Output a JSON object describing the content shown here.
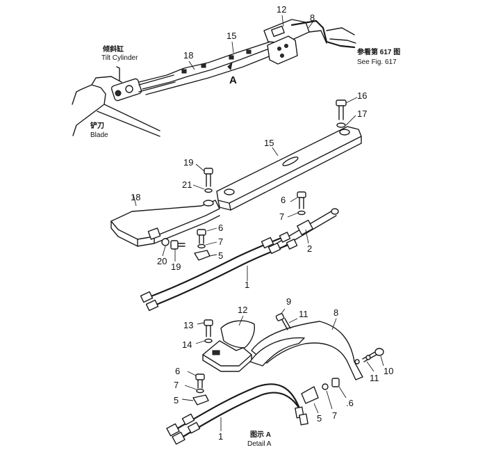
{
  "callouts": [
    {
      "id": "c12a",
      "text": "12"
    },
    {
      "id": "c8a",
      "text": "8"
    },
    {
      "id": "c15a",
      "text": "15"
    },
    {
      "id": "c18a",
      "text": "18"
    },
    {
      "id": "c16",
      "text": "16"
    },
    {
      "id": "c17",
      "text": "17"
    },
    {
      "id": "c15b",
      "text": "15"
    },
    {
      "id": "c19a",
      "text": "19"
    },
    {
      "id": "c21",
      "text": "21"
    },
    {
      "id": "c18b",
      "text": "18"
    },
    {
      "id": "c6a",
      "text": "6"
    },
    {
      "id": "c7a",
      "text": "7"
    },
    {
      "id": "c2",
      "text": "2"
    },
    {
      "id": "c6b",
      "text": "6"
    },
    {
      "id": "c7b",
      "text": "7"
    },
    {
      "id": "c5a",
      "text": "5"
    },
    {
      "id": "c20",
      "text": "20"
    },
    {
      "id": "c19b",
      "text": "19"
    },
    {
      "id": "c1a",
      "text": "1"
    },
    {
      "id": "c9",
      "text": "9"
    },
    {
      "id": "c11a",
      "text": "11"
    },
    {
      "id": "c8b",
      "text": "8"
    },
    {
      "id": "c12b",
      "text": "12"
    },
    {
      "id": "c13",
      "text": "13"
    },
    {
      "id": "c14",
      "text": "14"
    },
    {
      "id": "c11b",
      "text": "11"
    },
    {
      "id": "c10",
      "text": "10"
    },
    {
      "id": "c6c",
      "text": "6"
    },
    {
      "id": "c7c",
      "text": "7"
    },
    {
      "id": "c5b",
      "text": "5"
    },
    {
      "id": "c6d",
      "text": ".6"
    },
    {
      "id": "c7d",
      "text": "7"
    },
    {
      "id": "c5c",
      "text": "5"
    },
    {
      "id": "c1b",
      "text": "1"
    }
  ],
  "labels": {
    "tilt_cn": "倾斜缸",
    "tilt_en": "Tilt Cylinder",
    "blade_cn": "铲刀",
    "blade_en": "Blade",
    "see_cn": "参看第 617 图",
    "see_en": "See Fig. 617",
    "detail_cn": "图示 A",
    "detail_en": "Detail A",
    "view_marker": "A"
  }
}
